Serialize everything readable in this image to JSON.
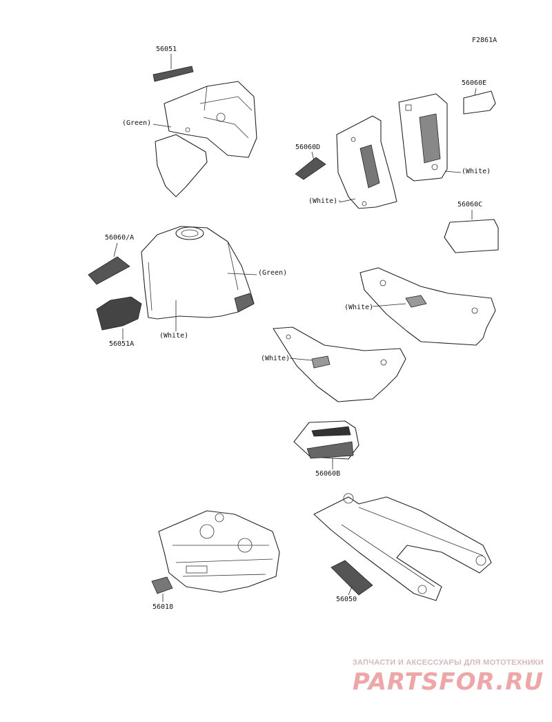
{
  "figure_code": "F2861A",
  "part_numbers": {
    "p56051": "56051",
    "p56060E": "56060E",
    "p56060D": "56060D",
    "p56060C": "56060C",
    "p56060A": "56060/A",
    "p56051A": "56051A",
    "p56060B": "56060B",
    "p56018": "56018",
    "p56050": "56050"
  },
  "color_notes": {
    "green_headlight": "(Green)",
    "white_shroud_right": "(White)",
    "white_shroud_left": "(White)-",
    "green_tank": "(Green)",
    "white_tank": "(White)",
    "white_side_cover_right": "(White)",
    "white_side_cover_left": "(White)"
  },
  "watermark": {
    "tagline": "ЗАПЧАСТИ И АКСЕССУАРЫ ДЛЯ МОТОТЕХНИКИ",
    "brand": "PARTSFOR.RU"
  }
}
